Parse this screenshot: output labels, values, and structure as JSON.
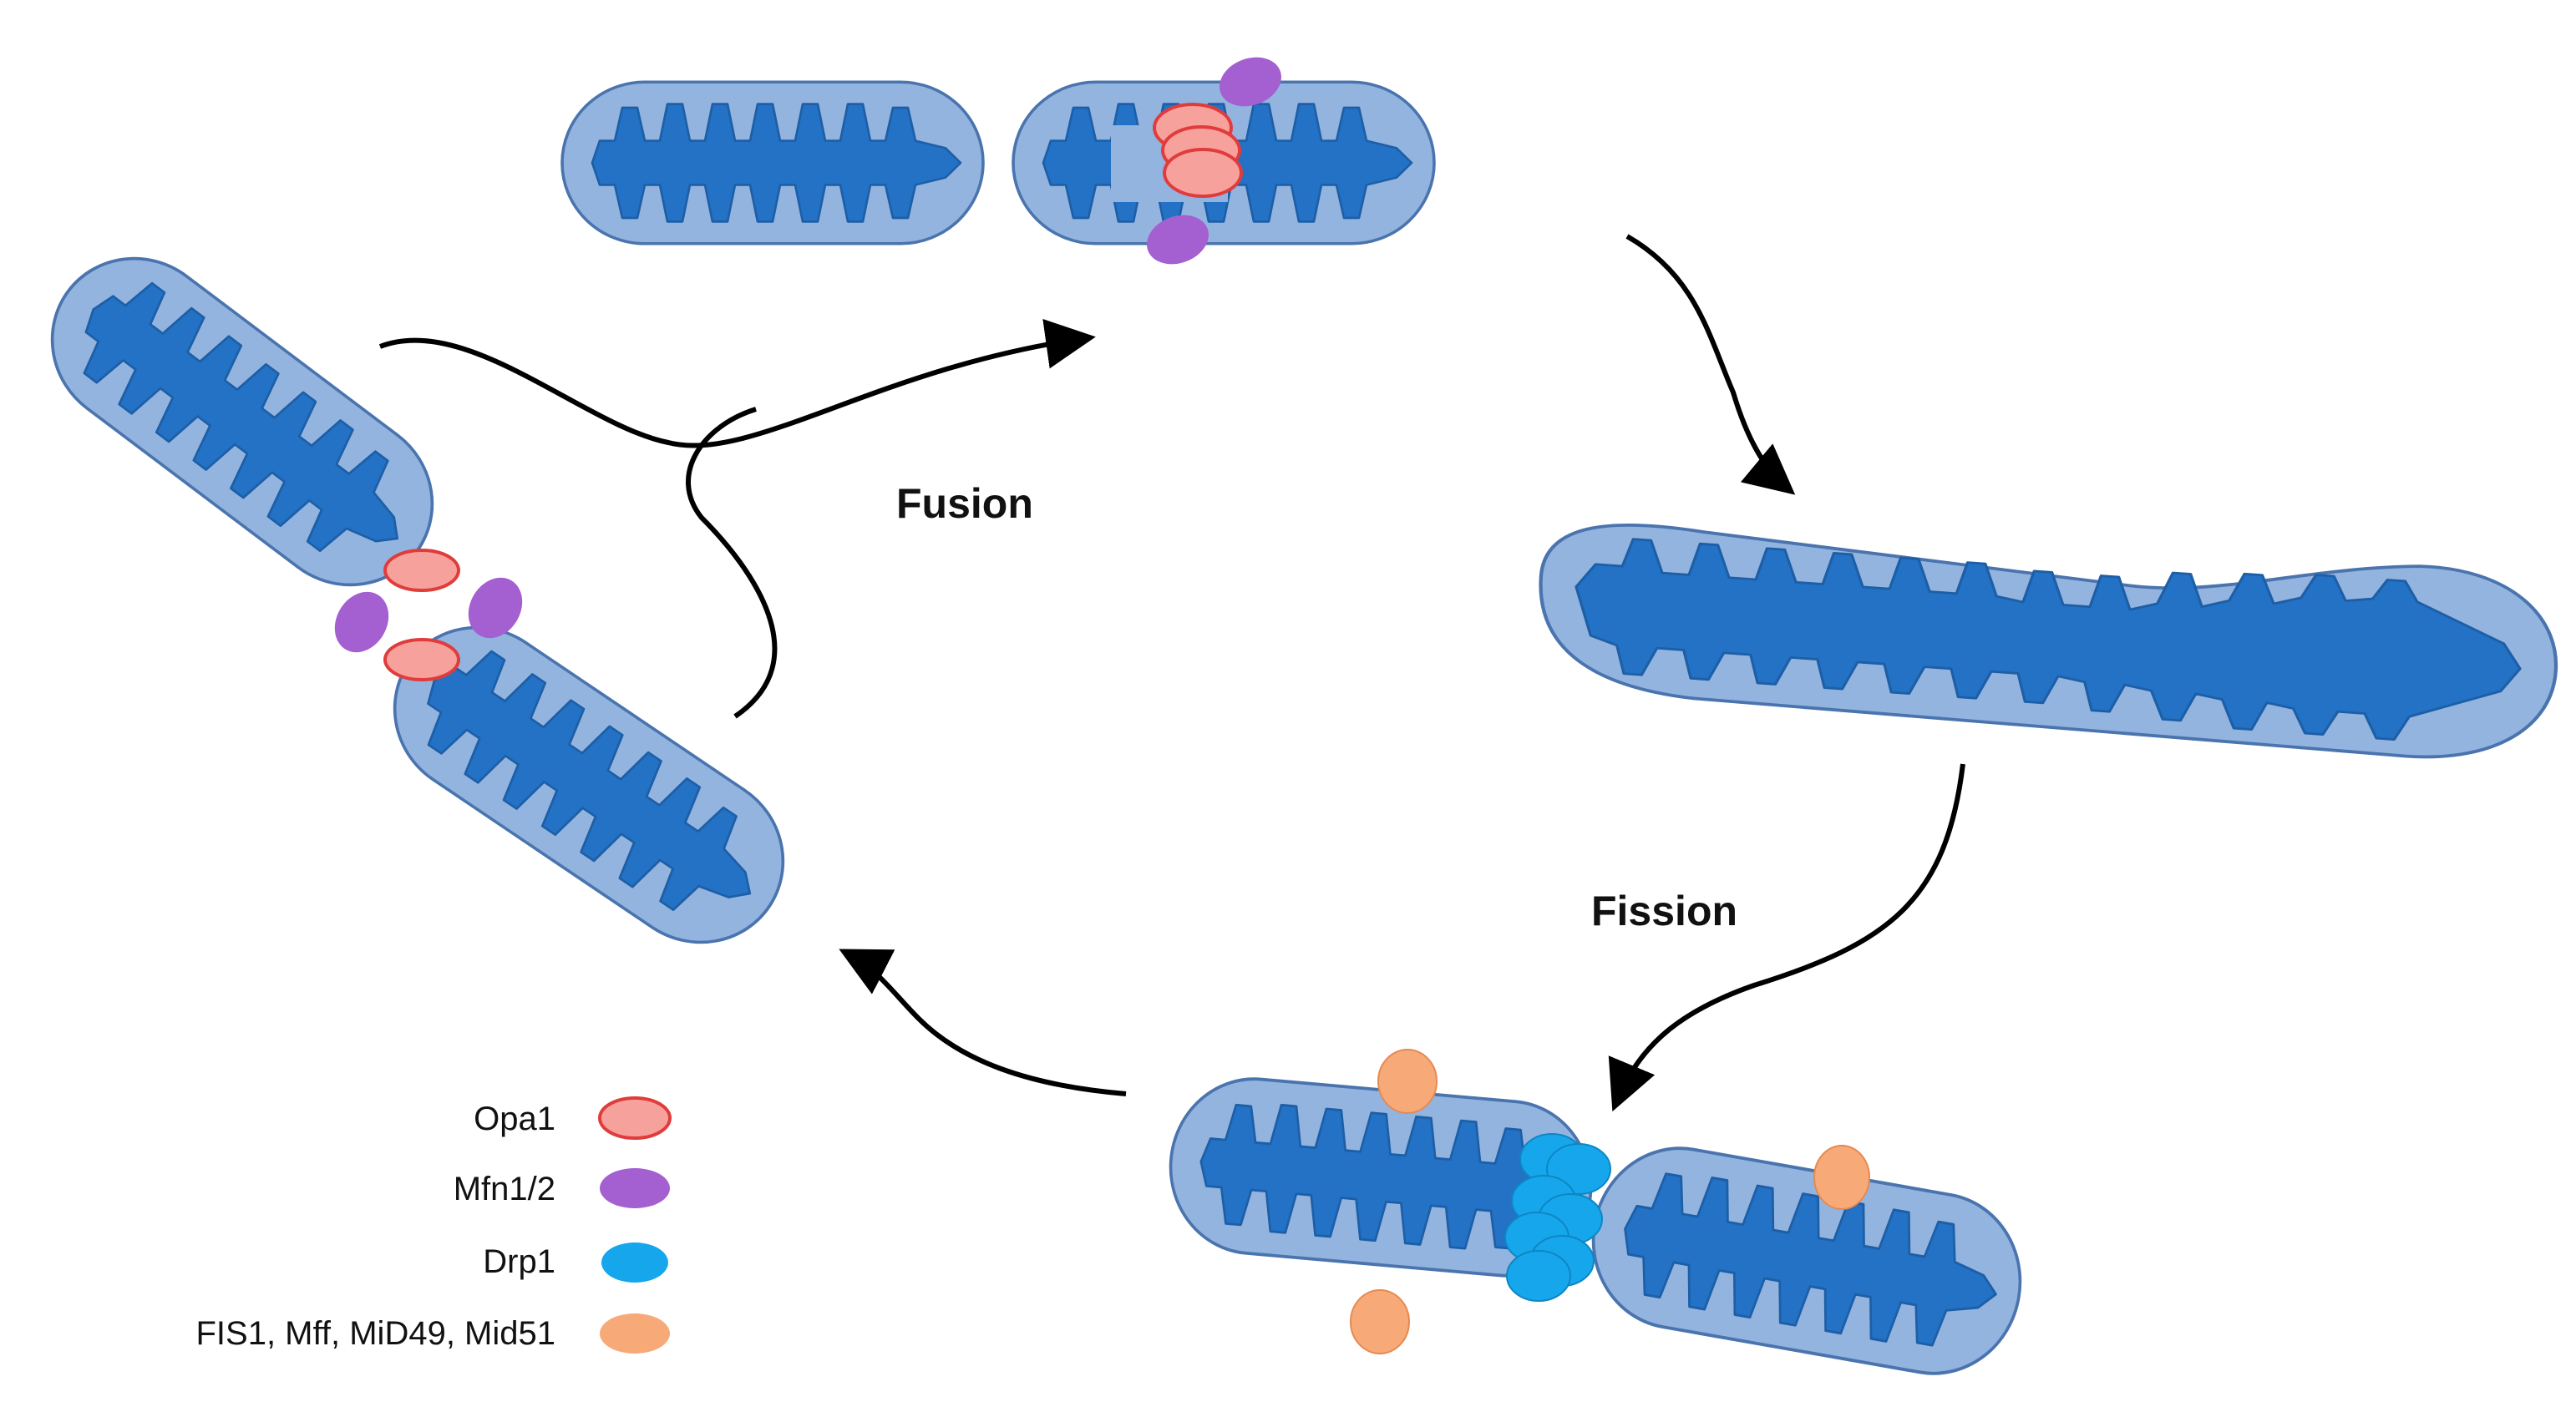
{
  "labels": {
    "fusion": "Fusion",
    "fission": "Fission"
  },
  "legend": {
    "opa1": "Opa1",
    "mfn": "Mfn1/2",
    "drp1": "Drp1",
    "adaptors": "FIS1, Mff, MiD49, Mid51"
  },
  "colors": {
    "outer_membrane": "#94B4E0",
    "outer_stroke": "#4A74AE",
    "inner_membrane": "#2372C6",
    "opa1_fill": "#F7A19C",
    "opa1_stroke": "#E03C3C",
    "mfn_fill": "#A45FD0",
    "drp1_fill": "#16A6EC",
    "adaptor_fill": "#F8A978",
    "arrow": "#000000"
  }
}
